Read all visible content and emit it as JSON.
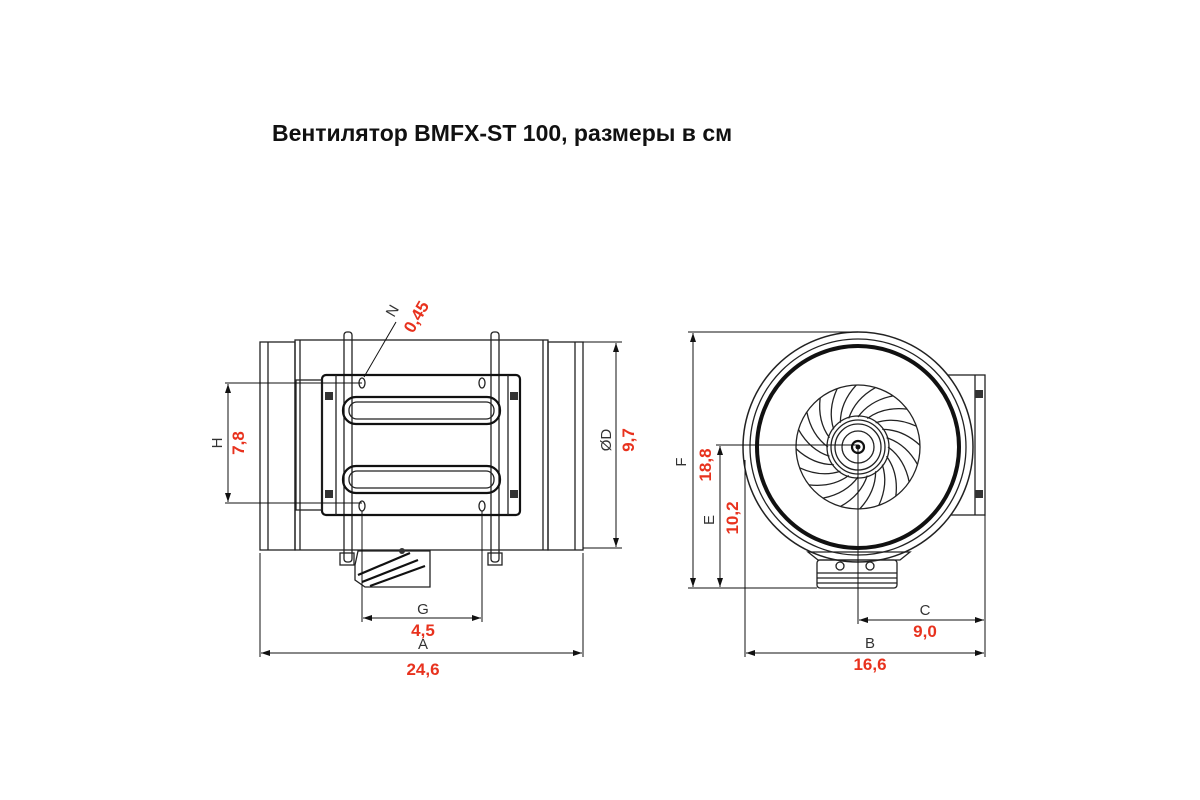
{
  "title": "Вентилятор BMFX-ST 100, размеры в см",
  "colors": {
    "value": "#e8321e",
    "line": "#222222"
  },
  "dimensions": {
    "A": {
      "label": "A",
      "value": "24,6"
    },
    "B": {
      "label": "B",
      "value": "16,6"
    },
    "C": {
      "label": "C",
      "value": "9,0"
    },
    "D": {
      "label": "ØD",
      "value": "9,7"
    },
    "E": {
      "label": "E",
      "value": "10,2"
    },
    "F": {
      "label": "F",
      "value": "18,8"
    },
    "G": {
      "label": "G",
      "value": "4,5"
    },
    "H": {
      "label": "H",
      "value": "7,8"
    },
    "N": {
      "label": "N",
      "value": "0,45"
    }
  }
}
